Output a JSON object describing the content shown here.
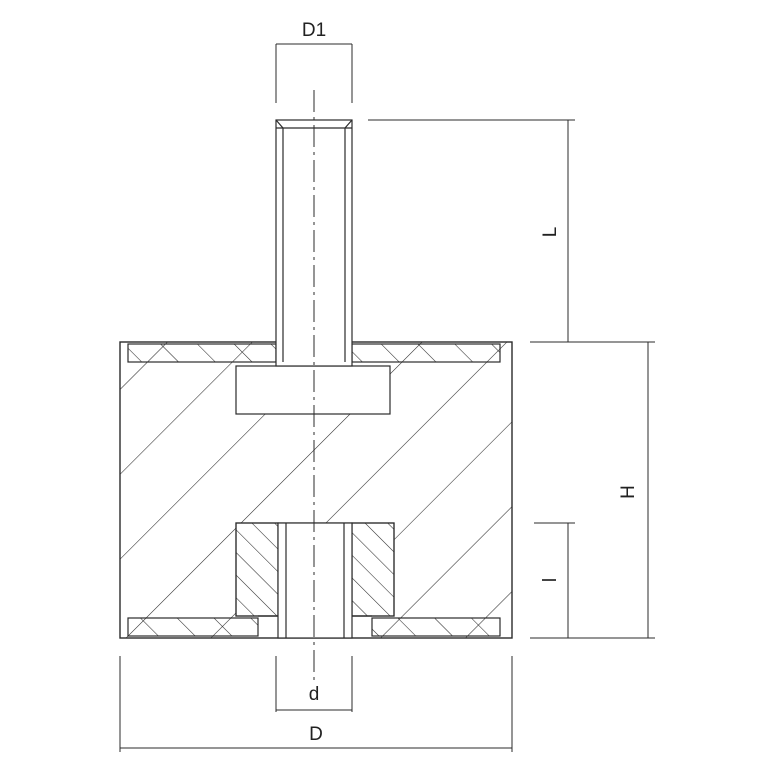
{
  "drawing": {
    "labels": {
      "d1": "D1",
      "l_upper": "L",
      "h": "H",
      "l_lower": "l",
      "d_small": "d",
      "d_outer": "D"
    },
    "colors": {
      "line": "#2b2b2b",
      "background": "#ffffff"
    }
  }
}
